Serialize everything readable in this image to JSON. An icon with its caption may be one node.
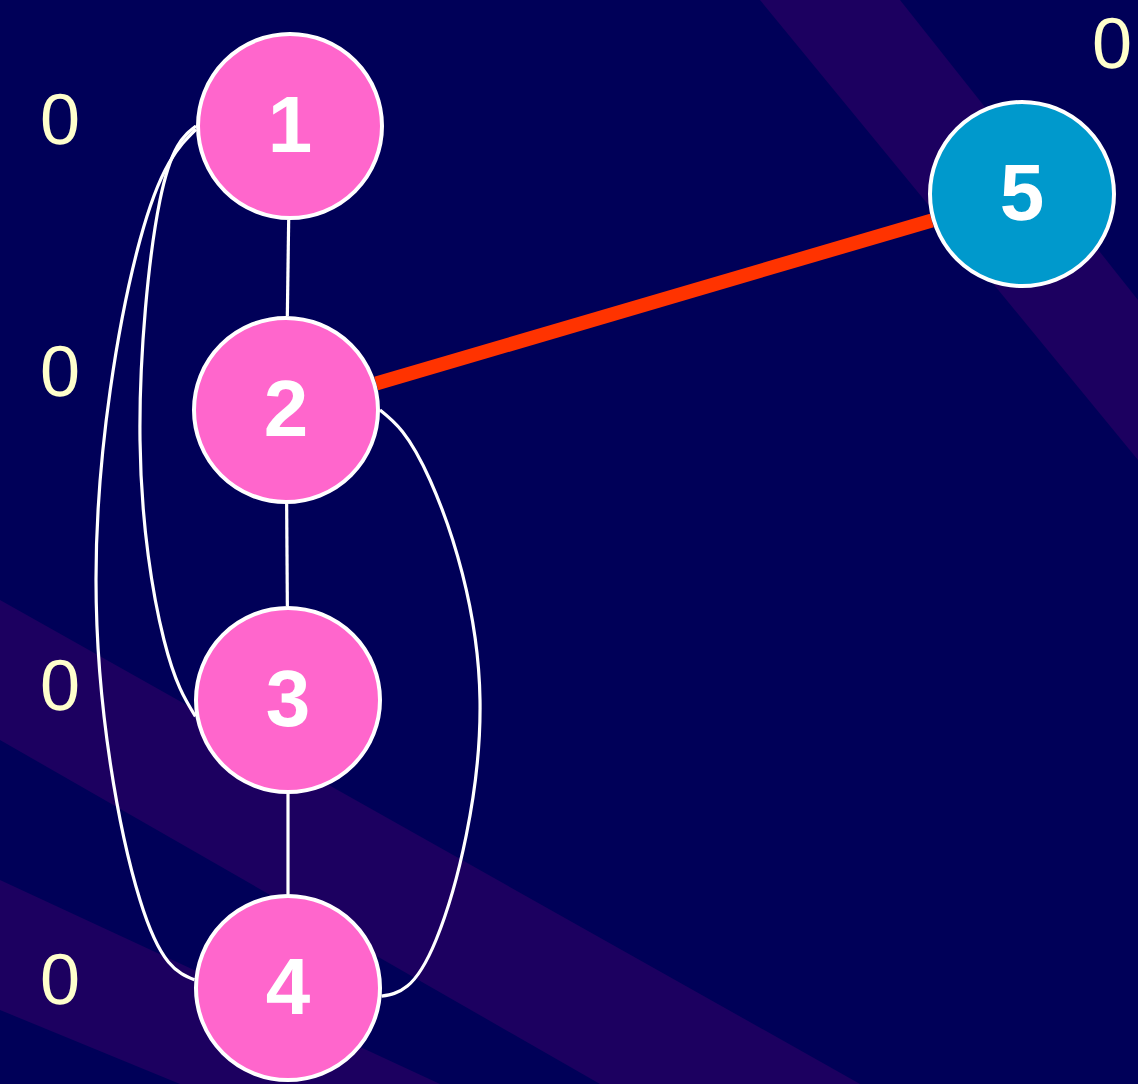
{
  "diagram": {
    "nodes": [
      {
        "text": [
          "1"
        ],
        "beside": [
          "0"
        ]
      },
      {
        "text": [
          "2"
        ],
        "beside": [
          "0"
        ]
      },
      {
        "text": [
          "3"
        ],
        "beside": [
          "0"
        ]
      },
      {
        "text": [
          "4"
        ],
        "beside": [
          "0"
        ]
      },
      {
        "text": [
          "5"
        ],
        "beside": [
          "0"
        ]
      }
    ],
    "edges": [
      {
        "from": 0,
        "to": 1,
        "arrow": "none"
      },
      {
        "from": 1,
        "to": 2,
        "arrow": "none"
      },
      {
        "from": 2,
        "to": 3,
        "arrow": "none"
      },
      {
        "from": 0,
        "to": 2,
        "arrow": "none"
      },
      {
        "from": 0,
        "to": 3,
        "arrow": "none"
      },
      {
        "from": 1,
        "to": 3,
        "arrow": "none"
      },
      {
        "from": 1,
        "to": 4,
        "arrow": "none",
        "style": "thick",
        "color": "#ff3300"
      }
    ]
  }
}
